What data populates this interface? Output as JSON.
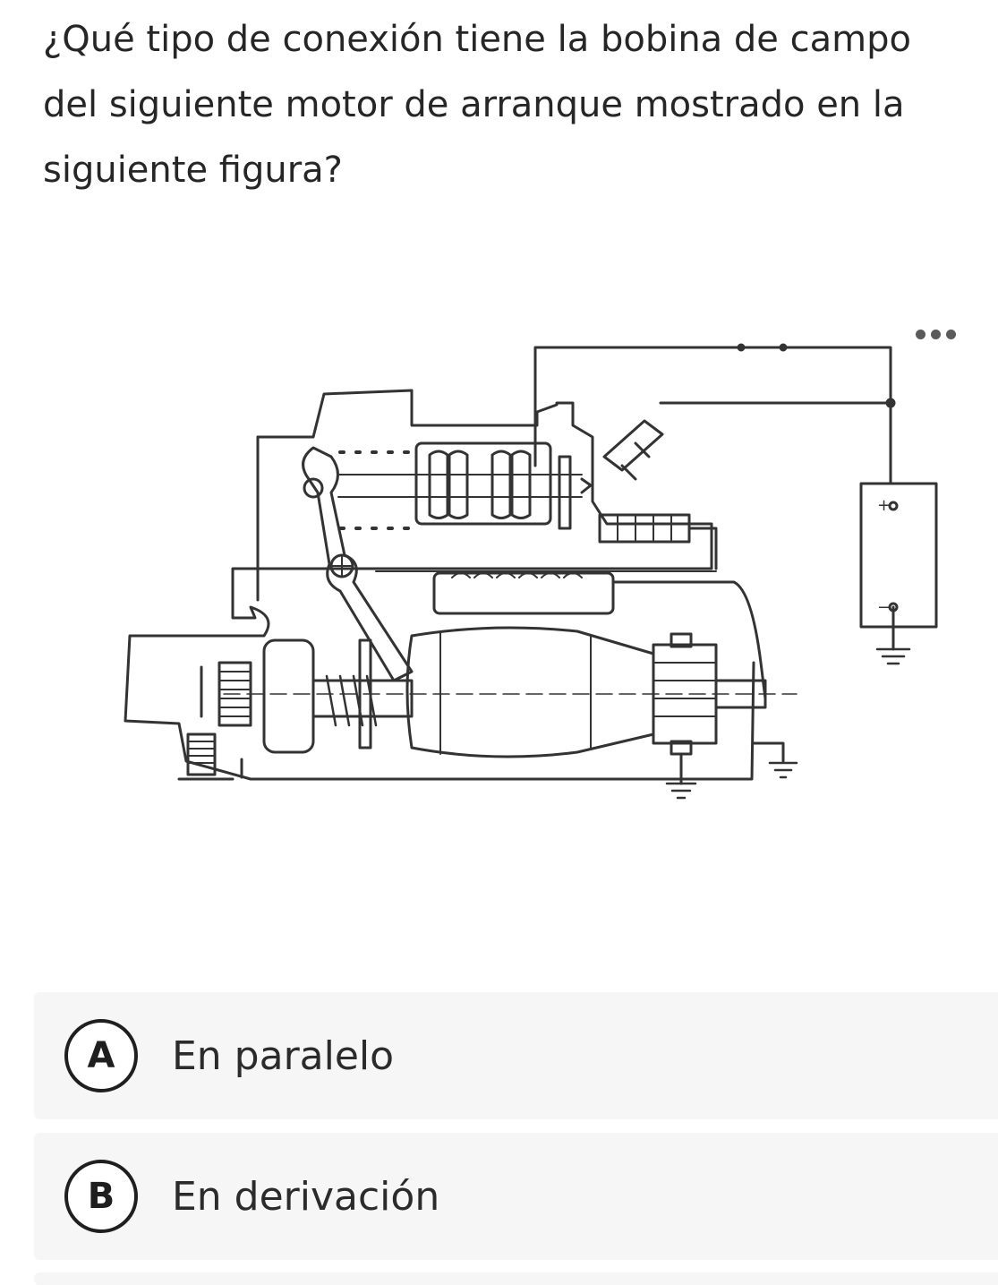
{
  "question": {
    "text": "¿Qué tipo de conexión tiene la bobina de campo del siguiente motor de arranque mostrado en la siguiente figura?"
  },
  "figure": {
    "battery_plus": "+",
    "battery_minus": "−"
  },
  "options": [
    {
      "letter": "A",
      "text": "En paralelo"
    },
    {
      "letter": "B",
      "text": "En derivación"
    }
  ]
}
